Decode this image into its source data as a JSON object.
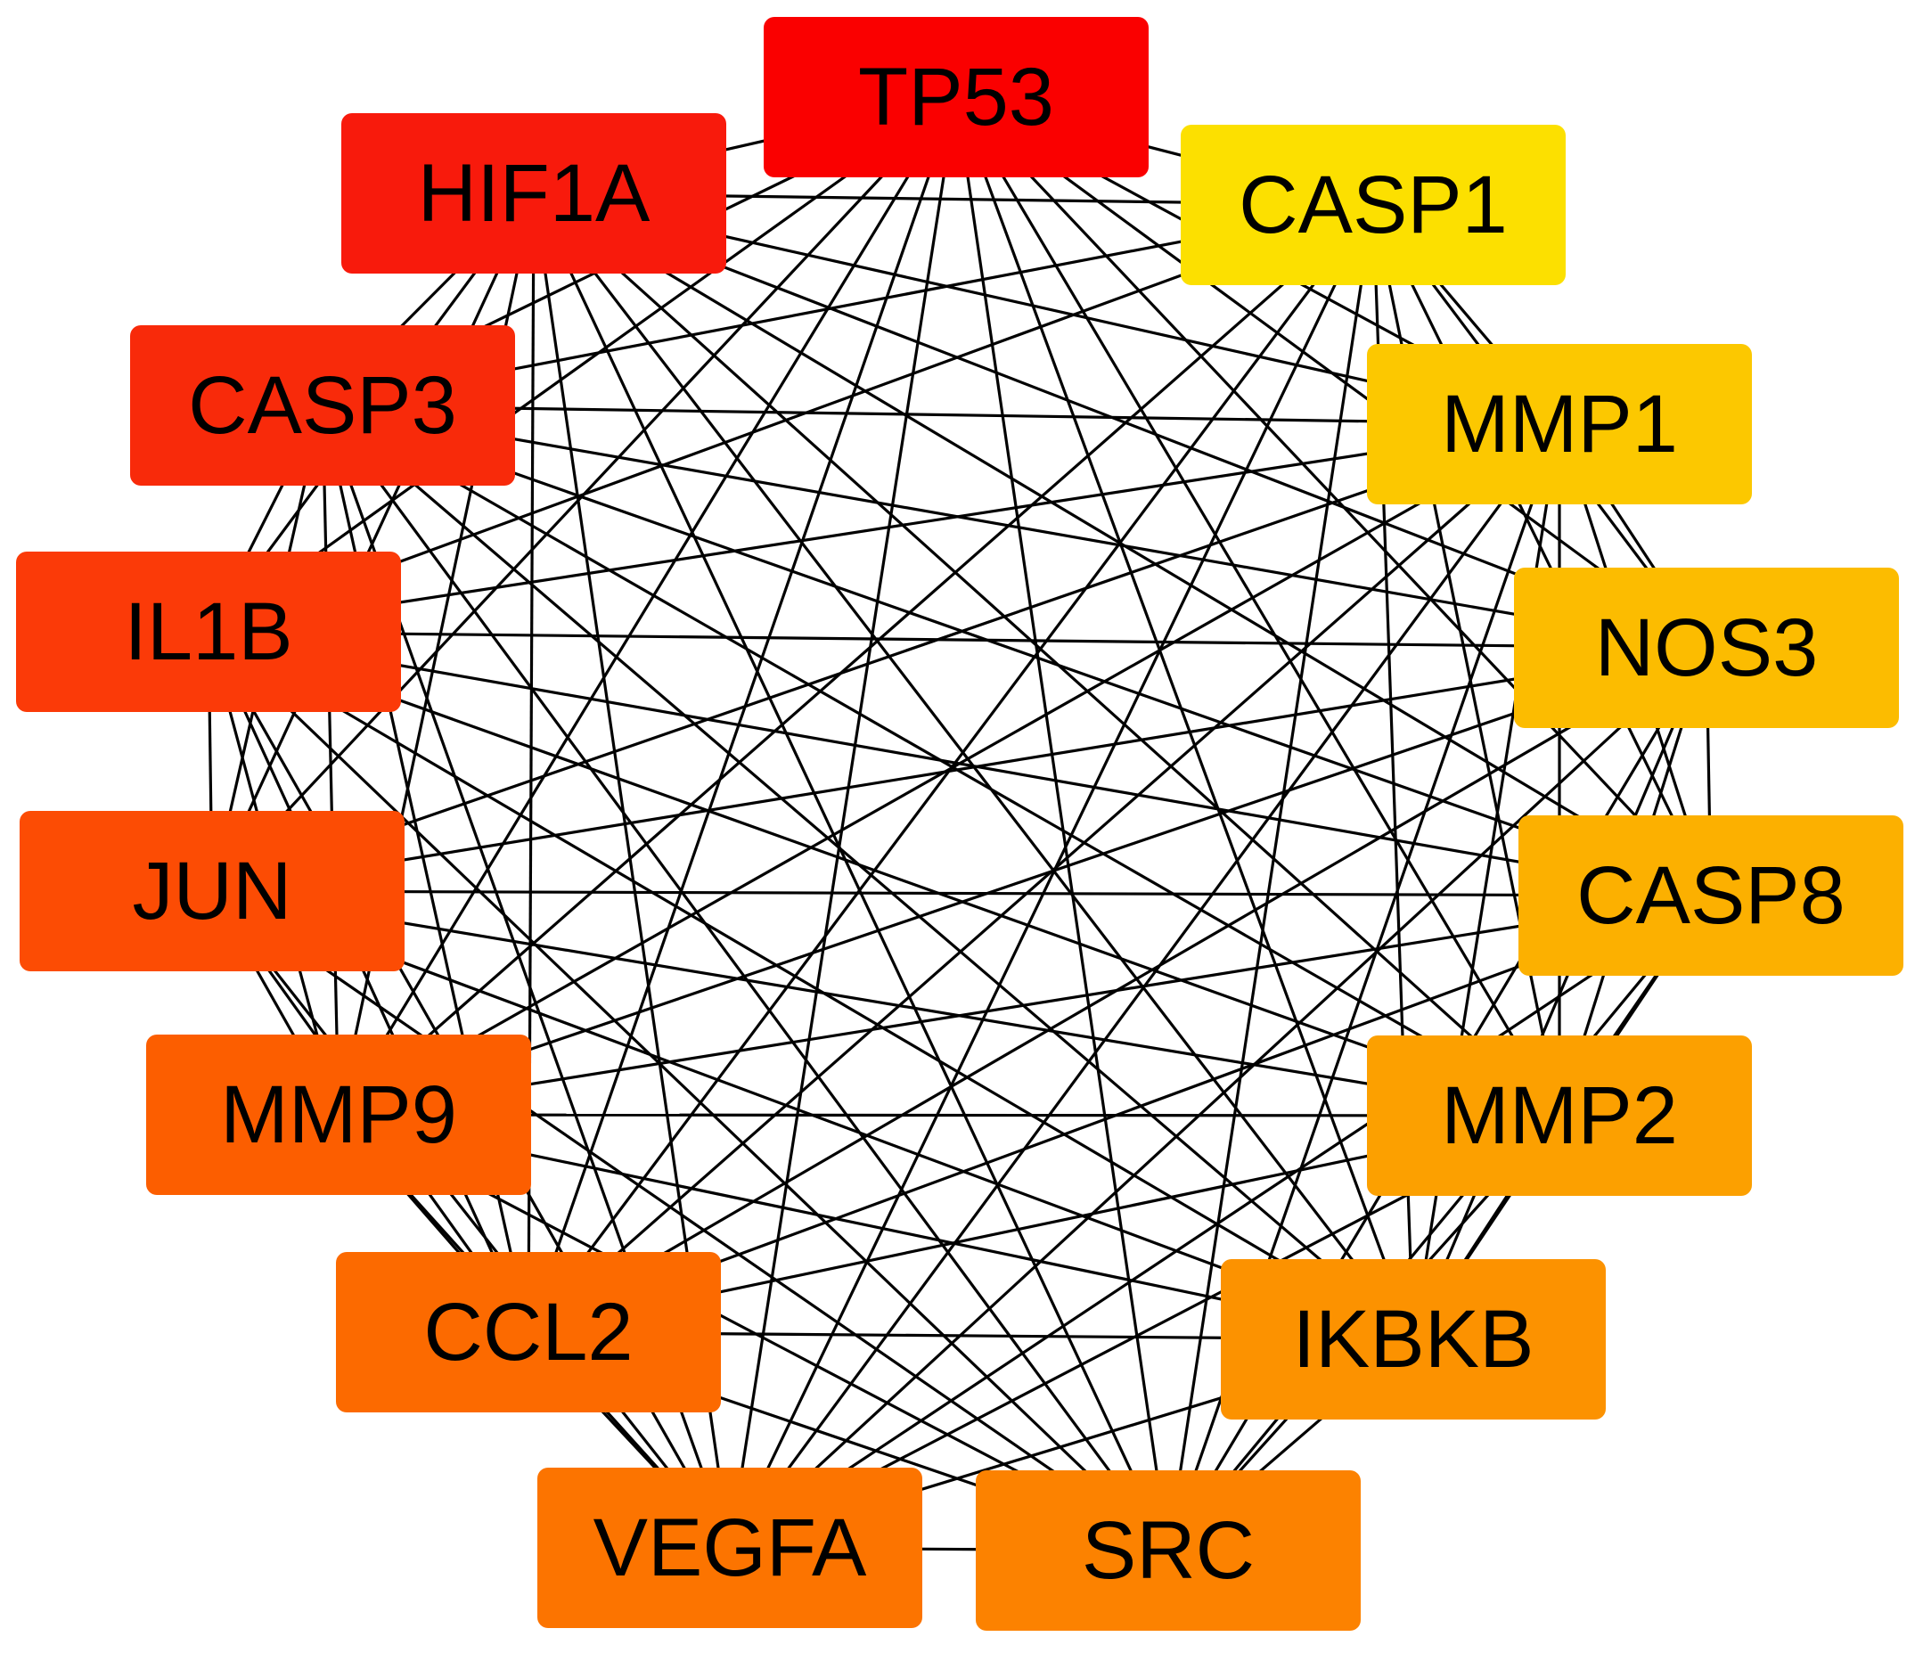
{
  "diagram": {
    "type": "network",
    "nodes": [
      {
        "id": "TP53",
        "label": "TP53",
        "color": "#fa0000"
      },
      {
        "id": "HIF1A",
        "label": "HIF1A",
        "color": "#f81a0c"
      },
      {
        "id": "CASP3",
        "label": "CASP3",
        "color": "#f82a0a"
      },
      {
        "id": "IL1B",
        "label": "IL1B",
        "color": "#fb3a08"
      },
      {
        "id": "JUN",
        "label": "JUN",
        "color": "#fc4c04"
      },
      {
        "id": "MMP9",
        "label": "MMP9",
        "color": "#fc5e00"
      },
      {
        "id": "CCL2",
        "label": "CCL2",
        "color": "#fc6a00"
      },
      {
        "id": "VEGFA",
        "label": "VEGFA",
        "color": "#fc7400"
      },
      {
        "id": "SRC",
        "label": "SRC",
        "color": "#fc8200"
      },
      {
        "id": "IKBKB",
        "label": "IKBKB",
        "color": "#fc9200"
      },
      {
        "id": "MMP2",
        "label": "MMP2",
        "color": "#fca000"
      },
      {
        "id": "CASP8",
        "label": "CASP8",
        "color": "#fcb000"
      },
      {
        "id": "NOS3",
        "label": "NOS3",
        "color": "#fcbc00"
      },
      {
        "id": "MMP1",
        "label": "MMP1",
        "color": "#fcc800"
      },
      {
        "id": "CASP1",
        "label": "CASP1",
        "color": "#fce000"
      }
    ],
    "edges": [
      [
        "TP53",
        "HIF1A"
      ],
      [
        "TP53",
        "CASP3"
      ],
      [
        "TP53",
        "IL1B"
      ],
      [
        "TP53",
        "JUN"
      ],
      [
        "TP53",
        "MMP9"
      ],
      [
        "TP53",
        "CCL2"
      ],
      [
        "TP53",
        "VEGFA"
      ],
      [
        "TP53",
        "SRC"
      ],
      [
        "TP53",
        "IKBKB"
      ],
      [
        "TP53",
        "MMP2"
      ],
      [
        "TP53",
        "CASP8"
      ],
      [
        "TP53",
        "NOS3"
      ],
      [
        "TP53",
        "MMP1"
      ],
      [
        "TP53",
        "CASP1"
      ],
      [
        "HIF1A",
        "CASP3"
      ],
      [
        "HIF1A",
        "IL1B"
      ],
      [
        "HIF1A",
        "JUN"
      ],
      [
        "HIF1A",
        "MMP9"
      ],
      [
        "HIF1A",
        "CCL2"
      ],
      [
        "HIF1A",
        "VEGFA"
      ],
      [
        "HIF1A",
        "SRC"
      ],
      [
        "HIF1A",
        "IKBKB"
      ],
      [
        "HIF1A",
        "MMP2"
      ],
      [
        "HIF1A",
        "CASP8"
      ],
      [
        "HIF1A",
        "NOS3"
      ],
      [
        "HIF1A",
        "MMP1"
      ],
      [
        "HIF1A",
        "CASP1"
      ],
      [
        "CASP3",
        "IL1B"
      ],
      [
        "CASP3",
        "JUN"
      ],
      [
        "CASP3",
        "MMP9"
      ],
      [
        "CASP3",
        "CCL2"
      ],
      [
        "CASP3",
        "VEGFA"
      ],
      [
        "CASP3",
        "SRC"
      ],
      [
        "CASP3",
        "IKBKB"
      ],
      [
        "CASP3",
        "MMP2"
      ],
      [
        "CASP3",
        "CASP8"
      ],
      [
        "CASP3",
        "NOS3"
      ],
      [
        "CASP3",
        "MMP1"
      ],
      [
        "CASP3",
        "CASP1"
      ],
      [
        "IL1B",
        "JUN"
      ],
      [
        "IL1B",
        "MMP9"
      ],
      [
        "IL1B",
        "CCL2"
      ],
      [
        "IL1B",
        "VEGFA"
      ],
      [
        "IL1B",
        "SRC"
      ],
      [
        "IL1B",
        "IKBKB"
      ],
      [
        "IL1B",
        "MMP2"
      ],
      [
        "IL1B",
        "CASP8"
      ],
      [
        "IL1B",
        "NOS3"
      ],
      [
        "IL1B",
        "MMP1"
      ],
      [
        "IL1B",
        "CASP1"
      ],
      [
        "JUN",
        "MMP9"
      ],
      [
        "JUN",
        "CCL2"
      ],
      [
        "JUN",
        "VEGFA"
      ],
      [
        "JUN",
        "SRC"
      ],
      [
        "JUN",
        "IKBKB"
      ],
      [
        "JUN",
        "MMP2"
      ],
      [
        "JUN",
        "CASP8"
      ],
      [
        "JUN",
        "NOS3"
      ],
      [
        "JUN",
        "MMP1"
      ],
      [
        "MMP9",
        "CCL2"
      ],
      [
        "MMP9",
        "VEGFA"
      ],
      [
        "MMP9",
        "SRC"
      ],
      [
        "MMP9",
        "IKBKB"
      ],
      [
        "MMP9",
        "MMP2"
      ],
      [
        "MMP9",
        "CASP8"
      ],
      [
        "MMP9",
        "NOS3"
      ],
      [
        "MMP9",
        "MMP1"
      ],
      [
        "MMP9",
        "CASP1"
      ],
      [
        "CCL2",
        "VEGFA"
      ],
      [
        "CCL2",
        "SRC"
      ],
      [
        "CCL2",
        "IKBKB"
      ],
      [
        "CCL2",
        "MMP2"
      ],
      [
        "CCL2",
        "CASP8"
      ],
      [
        "CCL2",
        "NOS3"
      ],
      [
        "CCL2",
        "MMP1"
      ],
      [
        "CCL2",
        "CASP1"
      ],
      [
        "VEGFA",
        "SRC"
      ],
      [
        "VEGFA",
        "IKBKB"
      ],
      [
        "VEGFA",
        "MMP2"
      ],
      [
        "VEGFA",
        "CASP8"
      ],
      [
        "VEGFA",
        "NOS3"
      ],
      [
        "VEGFA",
        "MMP1"
      ],
      [
        "VEGFA",
        "CASP1"
      ],
      [
        "SRC",
        "IKBKB"
      ],
      [
        "SRC",
        "MMP2"
      ],
      [
        "SRC",
        "CASP8"
      ],
      [
        "SRC",
        "NOS3"
      ],
      [
        "SRC",
        "MMP1"
      ],
      [
        "SRC",
        "CASP1"
      ],
      [
        "IKBKB",
        "MMP2"
      ],
      [
        "IKBKB",
        "CASP8"
      ],
      [
        "IKBKB",
        "NOS3"
      ],
      [
        "IKBKB",
        "MMP1"
      ],
      [
        "IKBKB",
        "CASP1"
      ],
      [
        "MMP2",
        "CASP8"
      ],
      [
        "MMP2",
        "NOS3"
      ],
      [
        "MMP2",
        "MMP1"
      ],
      [
        "MMP2",
        "CASP1"
      ],
      [
        "CASP8",
        "NOS3"
      ],
      [
        "CASP8",
        "MMP1"
      ],
      [
        "CASP8",
        "CASP1"
      ],
      [
        "NOS3",
        "MMP1"
      ],
      [
        "NOS3",
        "CASP1"
      ],
      [
        "MMP1",
        "CASP1"
      ]
    ]
  }
}
